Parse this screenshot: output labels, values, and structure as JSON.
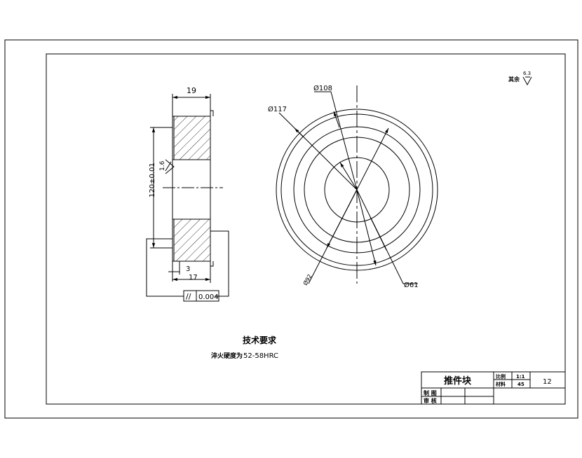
{
  "dimensions": {
    "width_19": "19",
    "dia_bore": "120±0.01",
    "step_3": "3",
    "width_17": "17",
    "dia_108": "Ø108",
    "dia_117": "Ø117",
    "dia_61": "Ø61",
    "dia_92": "Ø92"
  },
  "surface_finish": {
    "rest_label": "其余",
    "rest_value": "6.3",
    "side_value": "1.6"
  },
  "tolerance_frame": {
    "symbol": "//",
    "value": "0.004"
  },
  "notes": {
    "heading": "技术要求",
    "line1_prefix": "淬火硬度为",
    "line1_value": "52-58HRC"
  },
  "title_block": {
    "part_name": "推件块",
    "scale_label": "比例",
    "scale_value": "1:1",
    "material_label": "材料",
    "material_value": "45",
    "drawing_number": "12",
    "drawn_label": "制 图",
    "checked_label": "审 核"
  }
}
